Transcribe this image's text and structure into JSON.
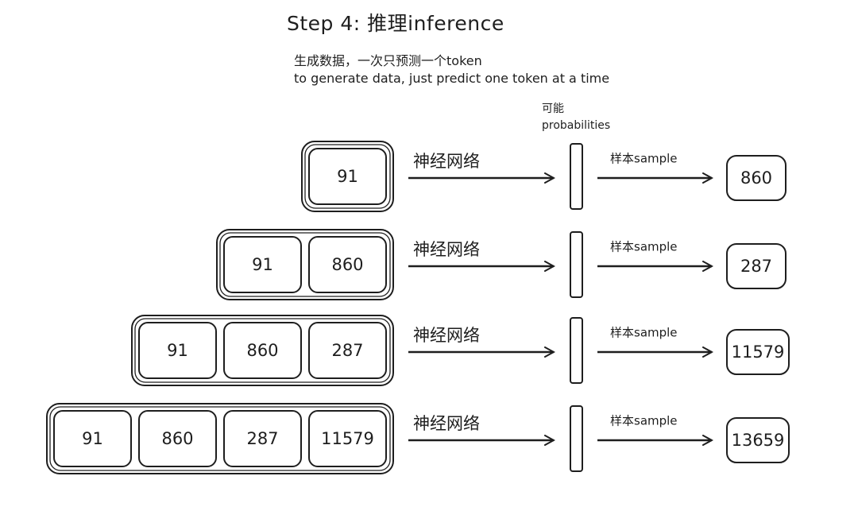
{
  "title": "Step 4: 推理inference",
  "description": {
    "line1": "生成数据，一次只预测一个token",
    "line2": "to generate data, just predict one token at a time"
  },
  "probabilities_label": {
    "line1": "可能",
    "line2": "probabilities"
  },
  "network_label": "神经网络",
  "sample_label": "样本sample",
  "rows": [
    {
      "inputs": [
        "91"
      ],
      "output": "860"
    },
    {
      "inputs": [
        "91",
        "860"
      ],
      "output": "287"
    },
    {
      "inputs": [
        "91",
        "860",
        "287"
      ],
      "output": "11579"
    },
    {
      "inputs": [
        "91",
        "860",
        "287",
        "11579"
      ],
      "output": "13659"
    }
  ]
}
